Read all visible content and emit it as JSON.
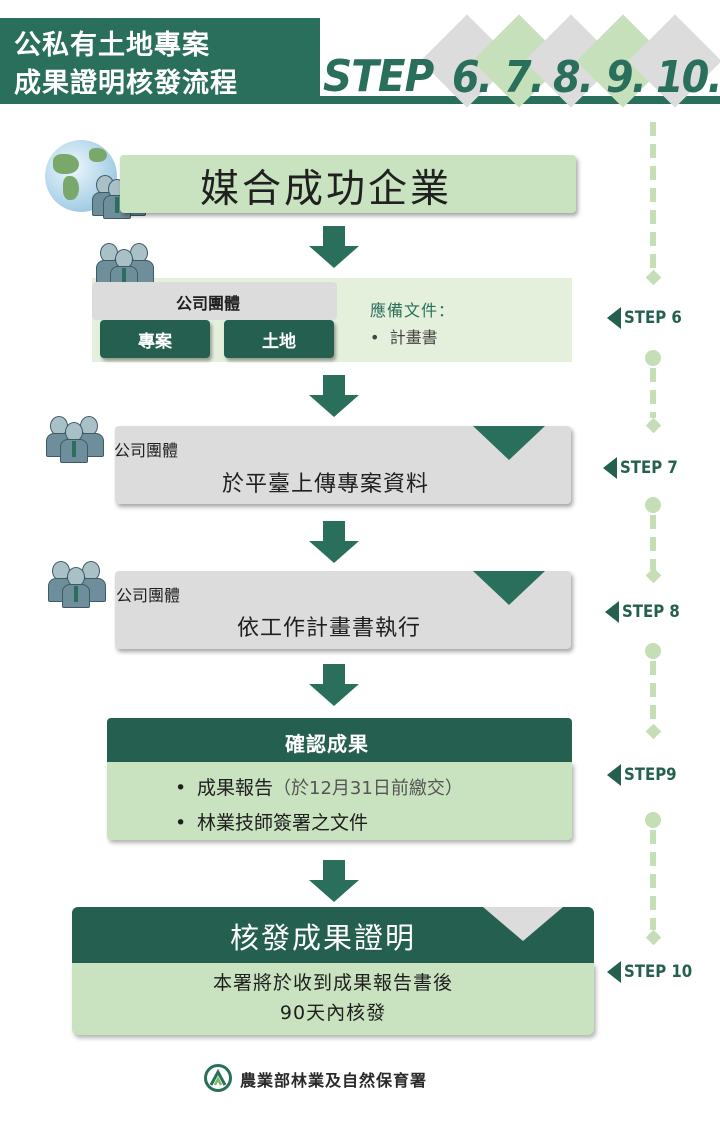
{
  "header": {
    "title_line1": "公私有土地專案",
    "title_line2": "成果證明核發流程",
    "step_word": "STEP",
    "step_numbers": [
      "6.",
      "7.",
      "8.",
      "9.",
      "10."
    ]
  },
  "colors": {
    "primary": "#2a6e5c",
    "dark": "#255f50",
    "light_green": "#c9e2bf",
    "pale_green": "#e4f0dc",
    "grey": "#dcdcdc"
  },
  "step1": {
    "title": "媒合成功企業",
    "icons": [
      "globe-icon",
      "people-icon"
    ]
  },
  "step2": {
    "company": "公司團體",
    "buttons": [
      "專案",
      "土地"
    ],
    "docs_title": "應備文件：",
    "docs_items": [
      "計畫書"
    ]
  },
  "step3": {
    "sub": "公司團體",
    "main": "於平臺上傳專案資料"
  },
  "step4": {
    "sub": "公司團體",
    "main": "依工作計畫書執行"
  },
  "step5": {
    "header": "確認成果",
    "bullet1": "成果報告",
    "bullet1_note": "（於12月31日前繳交）",
    "bullet2": "林業技師簽署之文件",
    "bullet_symbol": "•"
  },
  "step6": {
    "header": "核發成果證明",
    "line1": "本署將於收到成果報告書後",
    "line2": "90天內核發"
  },
  "timeline": {
    "labels": [
      "STEP 6",
      "STEP 7",
      "STEP 8",
      "STEP9",
      "STEP 10"
    ]
  },
  "footer": {
    "org": "農業部林業及自然保育署"
  }
}
